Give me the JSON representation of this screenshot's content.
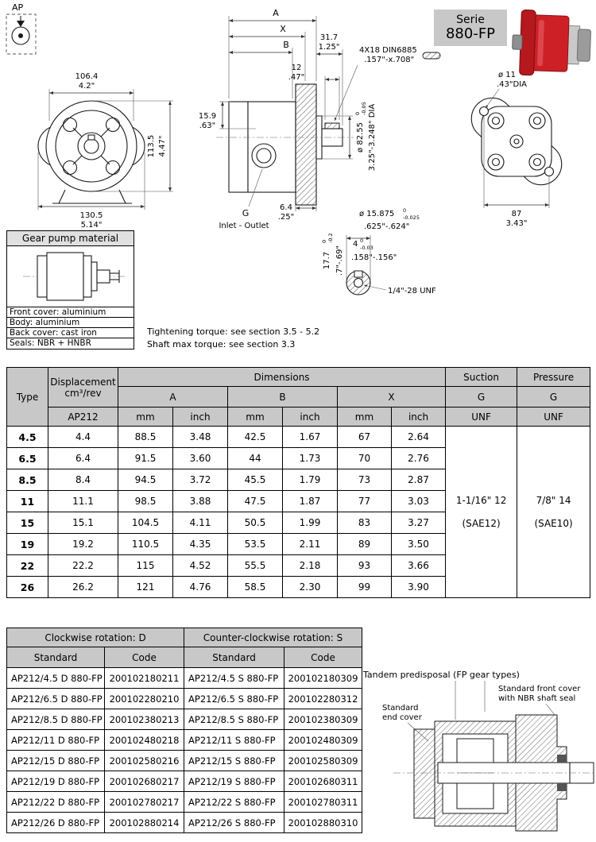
{
  "page": {
    "ap_label": "AP",
    "serie": {
      "line1": "Serie",
      "line2": "880-FP"
    }
  },
  "front_view": {
    "width_mm": "106.4",
    "width_in": "4.2\"",
    "height_mm": "113.5",
    "height_in": "4.47\"",
    "base_mm": "130.5",
    "base_in": "5.14\""
  },
  "side_view": {
    "dim_a": "A",
    "dim_x": "X",
    "dim_b": "B",
    "shaft_mm": "31.7",
    "shaft_in": "1.25\"",
    "key_len_mm": "12",
    "key_len_in": ".47\"",
    "key_note1": "4X18 DIN6885",
    "key_note2": ".157\"-x.708\"",
    "port_mm": "15.9",
    "port_in": ".63\"",
    "pilot_dia": "ø 82.55",
    "pilot_tol_top": "0",
    "pilot_tol_bot": "-0.05",
    "pilot_in": "3.25\"-3.248\" DIA",
    "gap_mm": "6.4",
    "gap_in": ".25\"",
    "g_label": "G",
    "inlet_outlet": "Inlet - Outlet"
  },
  "back_view": {
    "hole_dia": "ø 11",
    "hole_dia_in": ".43\"DIA",
    "spacing_mm": "87",
    "spacing_in": "3.43\""
  },
  "shaft_detail": {
    "dia": "ø 15.875",
    "dia_tol_top": "0",
    "dia_tol_bot": "-0.025",
    "dia_in": ".625\"-.624\"",
    "key": "4",
    "key_tol_top": "0",
    "key_tol_bot": "-0.03",
    "key_in": ".158\"-.156\"",
    "len": "17.7",
    "len_tol_top": "0",
    "len_tol_bot": "-0.2",
    "len_in": ".7\"-.69\"",
    "thread": "1/4\"-28 UNF"
  },
  "material_box": {
    "title": "Gear pump material",
    "rows": [
      "Front cover: aluminium",
      "Body: aluminium",
      "Back cover: cast iron",
      "Seals: NBR + HNBR"
    ]
  },
  "notes": {
    "line1": "Tightening torque: see section 3.5 - 5.2",
    "line2": "Shaft max torque: see section 3.3"
  },
  "dim_table": {
    "headers": {
      "type": "Type",
      "displacement_l1": "Displacement",
      "displacement_l2": "cm³/rev",
      "ap212": "AP212",
      "dimensions": "Dimensions",
      "a": "A",
      "b": "B",
      "x": "X",
      "mm": "mm",
      "inch": "inch",
      "suction": "Suction",
      "pressure": "Pressure",
      "g": "G",
      "unf": "UNF"
    },
    "rows": [
      {
        "type": "4.5",
        "disp": "4.4",
        "a_mm": "88.5",
        "a_in": "3.48",
        "b_mm": "42.5",
        "b_in": "1.67",
        "x_mm": "67",
        "x_in": "2.64"
      },
      {
        "type": "6.5",
        "disp": "6.4",
        "a_mm": "91.5",
        "a_in": "3.60",
        "b_mm": "44",
        "b_in": "1.73",
        "x_mm": "70",
        "x_in": "2.76"
      },
      {
        "type": "8.5",
        "disp": "8.4",
        "a_mm": "94.5",
        "a_in": "3.72",
        "b_mm": "45.5",
        "b_in": "1.79",
        "x_mm": "73",
        "x_in": "2.87"
      },
      {
        "type": "11",
        "disp": "11.1",
        "a_mm": "98.5",
        "a_in": "3.88",
        "b_mm": "47.5",
        "b_in": "1.87",
        "x_mm": "77",
        "x_in": "3.03"
      },
      {
        "type": "15",
        "disp": "15.1",
        "a_mm": "104.5",
        "a_in": "4.11",
        "b_mm": "50.5",
        "b_in": "1.99",
        "x_mm": "83",
        "x_in": "3.27"
      },
      {
        "type": "19",
        "disp": "19.2",
        "a_mm": "110.5",
        "a_in": "4.35",
        "b_mm": "53.5",
        "b_in": "2.11",
        "x_mm": "89",
        "x_in": "3.50"
      },
      {
        "type": "22",
        "disp": "22.2",
        "a_mm": "115",
        "a_in": "4.52",
        "b_mm": "55.5",
        "b_in": "2.18",
        "x_mm": "93",
        "x_in": "3.66"
      },
      {
        "type": "26",
        "disp": "26.2",
        "a_mm": "121",
        "a_in": "4.76",
        "b_mm": "58.5",
        "b_in": "2.30",
        "x_mm": "99",
        "x_in": "3.90"
      }
    ],
    "suction_value_l1": "1-1/16\" 12",
    "suction_value_l2": "(SAE12)",
    "pressure_value_l1": "7/8\" 14",
    "pressure_value_l2": "(SAE10)"
  },
  "codes_table": {
    "cw_header": "Clockwise rotation: D",
    "ccw_header": "Counter-clockwise rotation: S",
    "standard": "Standard",
    "code": "Code",
    "rows": [
      {
        "cw_std": "AP212/4.5 D 880-FP",
        "cw_code": "200102180211",
        "ccw_std": "AP212/4.5 S 880-FP",
        "ccw_code": "200102180309"
      },
      {
        "cw_std": "AP212/6.5 D 880-FP",
        "cw_code": "200102280210",
        "ccw_std": "AP212/6.5 S 880-FP",
        "ccw_code": "200102280312"
      },
      {
        "cw_std": "AP212/8.5 D 880-FP",
        "cw_code": "200102380213",
        "ccw_std": "AP212/8.5 S 880-FP",
        "ccw_code": "200102380309"
      },
      {
        "cw_std": "AP212/11 D 880-FP",
        "cw_code": "200102480218",
        "ccw_std": "AP212/11 S 880-FP",
        "ccw_code": "200102480309"
      },
      {
        "cw_std": "AP212/15 D 880-FP",
        "cw_code": "200102580216",
        "ccw_std": "AP212/15 S 880-FP",
        "ccw_code": "200102580309"
      },
      {
        "cw_std": "AP212/19 D 880-FP",
        "cw_code": "200102680217",
        "ccw_std": "AP212/19 S 880-FP",
        "ccw_code": "200102680311"
      },
      {
        "cw_std": "AP212/22 D 880-FP",
        "cw_code": "200102780217",
        "ccw_std": "AP212/22 S 880-FP",
        "ccw_code": "200102780311"
      },
      {
        "cw_std": "AP212/26 D 880-FP",
        "cw_code": "200102880214",
        "ccw_std": "AP212/26 S 880-FP",
        "ccw_code": "200102880310"
      }
    ]
  },
  "section_drawing": {
    "label_tandem": "Tandem predisposal (FP gear types)",
    "label_front_cover_l1": "Standard front cover",
    "label_front_cover_l2": "with NBR shaft seal",
    "label_end_cover_l1": "Standard",
    "label_end_cover_l2": "end cover"
  },
  "colors": {
    "header_gray": "#c8c8c8",
    "pump_red": "#cd2026"
  }
}
